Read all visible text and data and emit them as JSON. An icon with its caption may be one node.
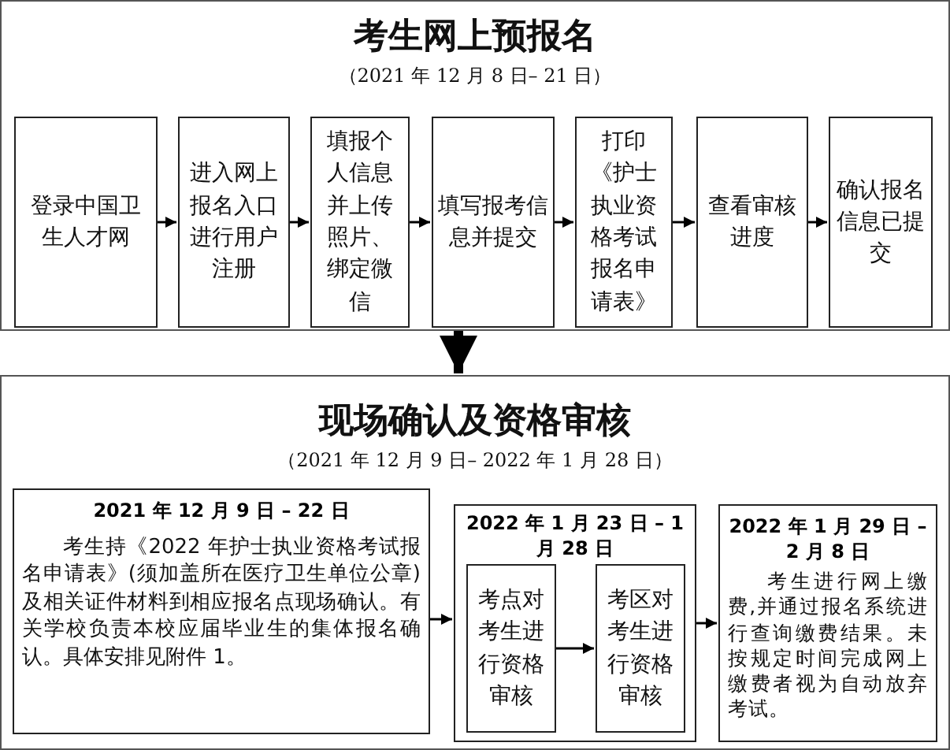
{
  "diagram": {
    "nodes": [
      {
        "text": [
          "考生网上预报名",
          "（2021 年 12 月 8 日– 21 日）"
        ]
      },
      {
        "text": [
          "登录中国卫生人才网"
        ],
        "in": 0
      },
      {
        "text": [
          "进入网上报名入口进行用户注册"
        ],
        "in": 0
      },
      {
        "text": [
          "填报个人信息并上传照片、绑定微信"
        ],
        "in": 0
      },
      {
        "text": [
          "填写报考信息并提交"
        ],
        "in": 0
      },
      {
        "text": [
          "打印《护士执业资格考试报名申请表》"
        ],
        "in": 0
      },
      {
        "text": [
          "查看审核进度"
        ],
        "in": 0
      },
      {
        "text": [
          "确认报名信息已提交"
        ],
        "in": 0
      },
      {
        "text": [
          "现场确认及资格审核",
          "（2021 年 12 月 9 日– 2022 年 1 月 28 日）"
        ]
      },
      {
        "text": [
          "2021 年 12 月 9 日 – 22 日",
          "考生持《2022 年护士执业资格考试报名申请表》(须加盖所在医疗卫生单位公章)及相关证件材料到相应报名点现场确认。有关学校负责本校应届毕业生的集体报名确认。具体安排见附件 1。"
        ],
        "in": 8
      },
      {
        "text": [
          "2022 年 1 月 23 日 – 1 月 28 日"
        ],
        "in": 8
      },
      {
        "text": [
          "考点对考生进行资格审核"
        ],
        "in": 10
      },
      {
        "text": [
          "考区对考生进行资格审核"
        ],
        "in": 10
      },
      {
        "text": [
          "2022 年 1 月 29 日 – 2 月 8 日",
          "考生进行网上缴费,并通过报名系统进行查询缴费结果。未按规定时间完成网上缴费者视为自动放弃考试。"
        ],
        "in": 8
      }
    ],
    "edges": [
      {
        "from": 1,
        "to": 2,
        "arrow": "to"
      },
      {
        "from": 2,
        "to": 3,
        "arrow": "to"
      },
      {
        "from": 3,
        "to": 4,
        "arrow": "to"
      },
      {
        "from": 4,
        "to": 5,
        "arrow": "to"
      },
      {
        "from": 5,
        "to": 6,
        "arrow": "to"
      },
      {
        "from": 6,
        "to": 7,
        "arrow": "to"
      },
      {
        "from": 0,
        "to": 8,
        "arrow": "to",
        "style": "thick"
      },
      {
        "from": 9,
        "to": 10,
        "arrow": "to"
      },
      {
        "from": 11,
        "to": 12,
        "arrow": "to"
      },
      {
        "from": 10,
        "to": 13,
        "arrow": "to"
      }
    ]
  }
}
